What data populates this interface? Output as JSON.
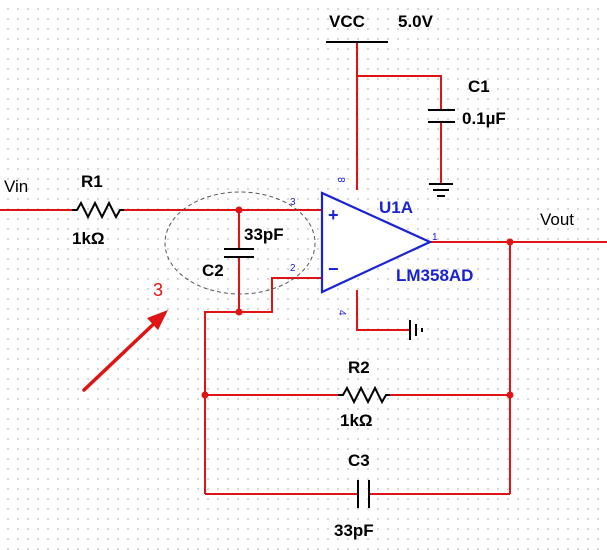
{
  "power": {
    "name": "VCC",
    "value": "5.0V"
  },
  "components": {
    "c1": {
      "ref": "C1",
      "value": "0.1µF"
    },
    "r1": {
      "ref": "R1",
      "value": "1kΩ"
    },
    "c2": {
      "ref": "C2",
      "value": "33pF"
    },
    "r2": {
      "ref": "R2",
      "value": "1kΩ"
    },
    "c3": {
      "ref": "C3",
      "value": "33pF"
    },
    "u1": {
      "ref": "U1A",
      "part": "LM358AD",
      "pins": {
        "noninv": "3",
        "inv": "2",
        "out": "1",
        "vplus": "8",
        "vminus": "4"
      },
      "plus_sign": "+",
      "minus_sign": "−"
    }
  },
  "nets": {
    "input": "Vin",
    "output": "Vout"
  },
  "annotation": {
    "label": "3",
    "color": "#e01414"
  },
  "colors": {
    "wire": "#e01414",
    "component": "#000000",
    "opamp": "#1a22d6"
  }
}
